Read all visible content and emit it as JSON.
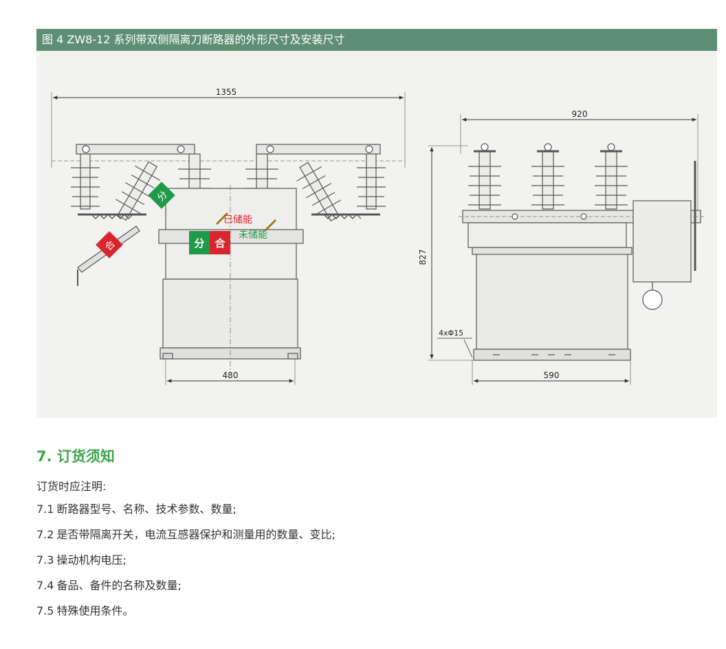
{
  "figure": {
    "caption": "图 4   ZW8-12 系列带双侧隔离刀断路器的外形尺寸及安装尺寸",
    "labels": {
      "left_width": "1355",
      "left_base": "480",
      "right_width": "920",
      "right_height": "827",
      "right_base": "590",
      "hole_spec": "4xΦ15",
      "charged": "已储能",
      "not_charged": "未储能",
      "open_mark": "分",
      "close_mark": "合"
    },
    "colors": {
      "green": "#1f9a48",
      "red": "#d9262c",
      "banner": "#5e8f73"
    }
  },
  "ordering": {
    "title": "7. 订货须知",
    "intro": "订货时应注明:",
    "items": [
      {
        "num": "7.1",
        "text": "断路器型号、名称、技术参数、数量;"
      },
      {
        "num": "7.2",
        "text": "是否带隔离开关，电流互感器保护和测量用的数量、变比;"
      },
      {
        "num": "7.3",
        "text": "操动机构电压;"
      },
      {
        "num": "7.4",
        "text": "备品、备件的名称及数量;"
      },
      {
        "num": "7.5",
        "text": "特殊使用条件。"
      }
    ]
  }
}
